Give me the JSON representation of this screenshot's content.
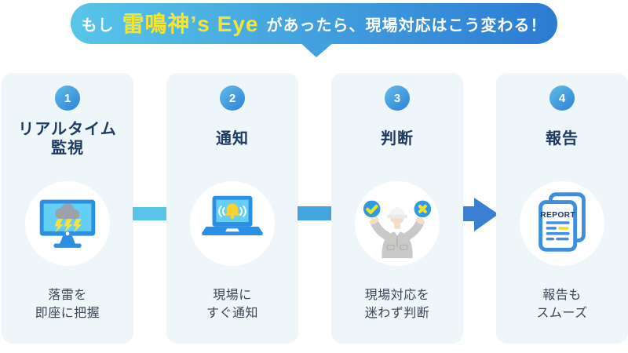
{
  "header": {
    "prefix": "もし",
    "product": "雷鳴神’s Eye",
    "suffix": "があったら、現場対応はこう変わる！"
  },
  "steps": [
    {
      "number": "1",
      "title_lines": [
        "リアルタイム",
        "監視"
      ],
      "icon": "monitor-storm-icon",
      "caption_lines": [
        "落雷を",
        "即座に把握"
      ]
    },
    {
      "number": "2",
      "title_lines": [
        "通知"
      ],
      "icon": "laptop-bell-icon",
      "caption_lines": [
        "現場に",
        "すぐ通知"
      ]
    },
    {
      "number": "3",
      "title_lines": [
        "判断"
      ],
      "icon": "worker-decision-icon",
      "caption_lines": [
        "現場対応を",
        "迷わず判断"
      ]
    },
    {
      "number": "4",
      "title_lines": [
        "報告"
      ],
      "icon": "report-docs-icon",
      "caption_lines": [
        "報告も",
        "スムーズ"
      ],
      "document_label": "REPORT"
    }
  ],
  "colors": {
    "bubble_gradient_start": "#58c5e9",
    "bubble_gradient_end": "#2c7bd3",
    "highlight_yellow": "#f6e433",
    "title_navy": "#1e3a63",
    "caption_gray": "#3b4652",
    "card_background": "#eef6fa",
    "badge_gradient_start": "#5fbde9",
    "badge_gradient_end": "#2f80d6",
    "connector_cyan": "#5bc3e8",
    "connector_blue": "#45a3e0",
    "arrow_blue": "#3a7fd2",
    "icon_blue": "#2b8fe3",
    "screen_cyan": "#63cff5",
    "bell_yellow": "#f9d335",
    "lightning_yellow": "#f6e23a",
    "cloud_gray": "#9aa1a8"
  }
}
